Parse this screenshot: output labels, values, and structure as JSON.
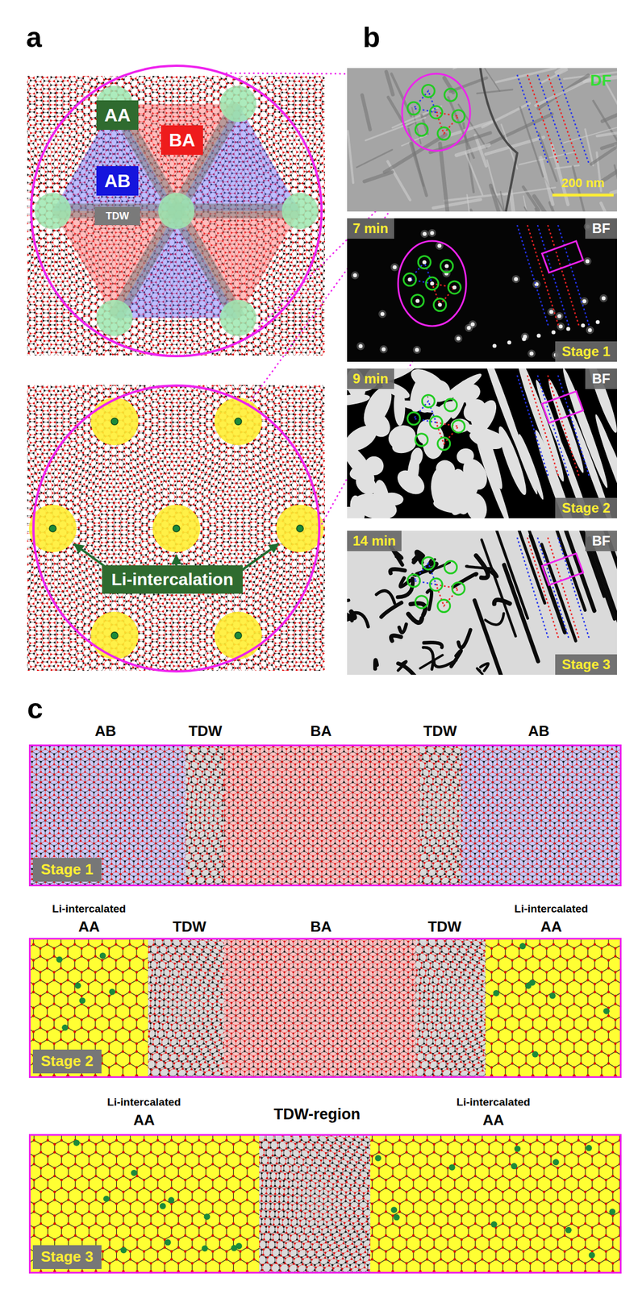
{
  "diagram": {
    "nodes": [
      {
        "text": [
          "AA"
        ]
      },
      {
        "text": [
          "BA"
        ]
      },
      {
        "text": [
          "AB"
        ]
      },
      {
        "text": [
          "TDW"
        ]
      },
      {
        "text": [
          "Li-intercalation"
        ]
      },
      {
        "text": [
          "DF",
          "200 nm"
        ]
      },
      {
        "text": [
          "7 min",
          "BF",
          "Stage 1"
        ]
      },
      {
        "text": [
          "9 min",
          "BF",
          "Stage 2"
        ]
      },
      {
        "text": [
          "14 min",
          "BF",
          "Stage 3"
        ]
      },
      {
        "text": [
          "Stage 1"
        ]
      },
      {
        "text": [
          "Stage 2"
        ]
      },
      {
        "text": [
          "Stage 3"
        ]
      }
    ],
    "labels": [
      "a",
      "b",
      "c",
      "AB",
      "TDW",
      "BA",
      "TDW",
      "AB",
      "Li-intercalated",
      "AA",
      "TDW",
      "BA",
      "TDW",
      "Li-intercalated",
      "AA",
      "Li-intercalated",
      "AA",
      "TDW-region",
      "Li-intercalated",
      "AA"
    ]
  }
}
